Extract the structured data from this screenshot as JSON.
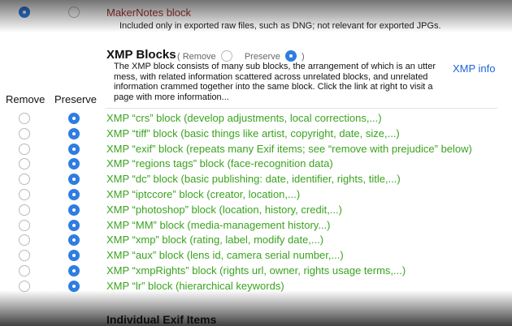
{
  "makernotes": {
    "title": "MakerNotes block",
    "note": "Included only in exported raw files, such as DNG; not relevant for exported JPGs."
  },
  "xmp": {
    "title": "XMP Blocks",
    "remove_label": "( Remove",
    "preserve_label": "Preserve",
    "close_paren": ")",
    "description": "The XMP block consists of many sub blocks, the arrangement of which is an utter mess, with related information scattered across unrelated blocks, and unrelated information crammed together into the same block. Click the link at right to visit a page with more information...",
    "info_link": "XMP info"
  },
  "columns": {
    "remove": "Remove",
    "preserve": "Preserve"
  },
  "blocks": [
    {
      "label": "XMP “crs” block (develop adjustments, local corrections,...)",
      "selected": "preserve"
    },
    {
      "label": "XMP “tiff” block (basic things like artist, copyright, date, size,...)",
      "selected": "preserve"
    },
    {
      "label": "XMP “exif” block (repeats many Exif items; see “remove with prejudice” below)",
      "selected": "preserve"
    },
    {
      "label": "XMP “regions tags” block (face-recognition data)",
      "selected": "preserve"
    },
    {
      "label": "XMP “dc” block (basic publishing: date, identifier, rights, title,...)",
      "selected": "preserve"
    },
    {
      "label": "XMP “iptccore” block (creator, location,...)",
      "selected": "preserve"
    },
    {
      "label": "XMP “photoshop” block (location, history, credit,...)",
      "selected": "preserve"
    },
    {
      "label": "XMP “MM” block (media-management history...)",
      "selected": "preserve"
    },
    {
      "label": "XMP “xmp” block (rating, label, modify date,...)",
      "selected": "preserve"
    },
    {
      "label": "XMP “aux” block (lens id, camera serial number,...)",
      "selected": "preserve"
    },
    {
      "label": "XMP “xmpRights” block (rights url, owner, rights usage terms,...)",
      "selected": "preserve"
    },
    {
      "label": "XMP “lr” block (hierarchical keywords)",
      "selected": "preserve"
    }
  ],
  "next_section": {
    "title": "Individual Exif Items"
  },
  "colors": {
    "accent": "#2f7de1",
    "block_label": "#3aa31e",
    "link": "#1f63d8"
  }
}
